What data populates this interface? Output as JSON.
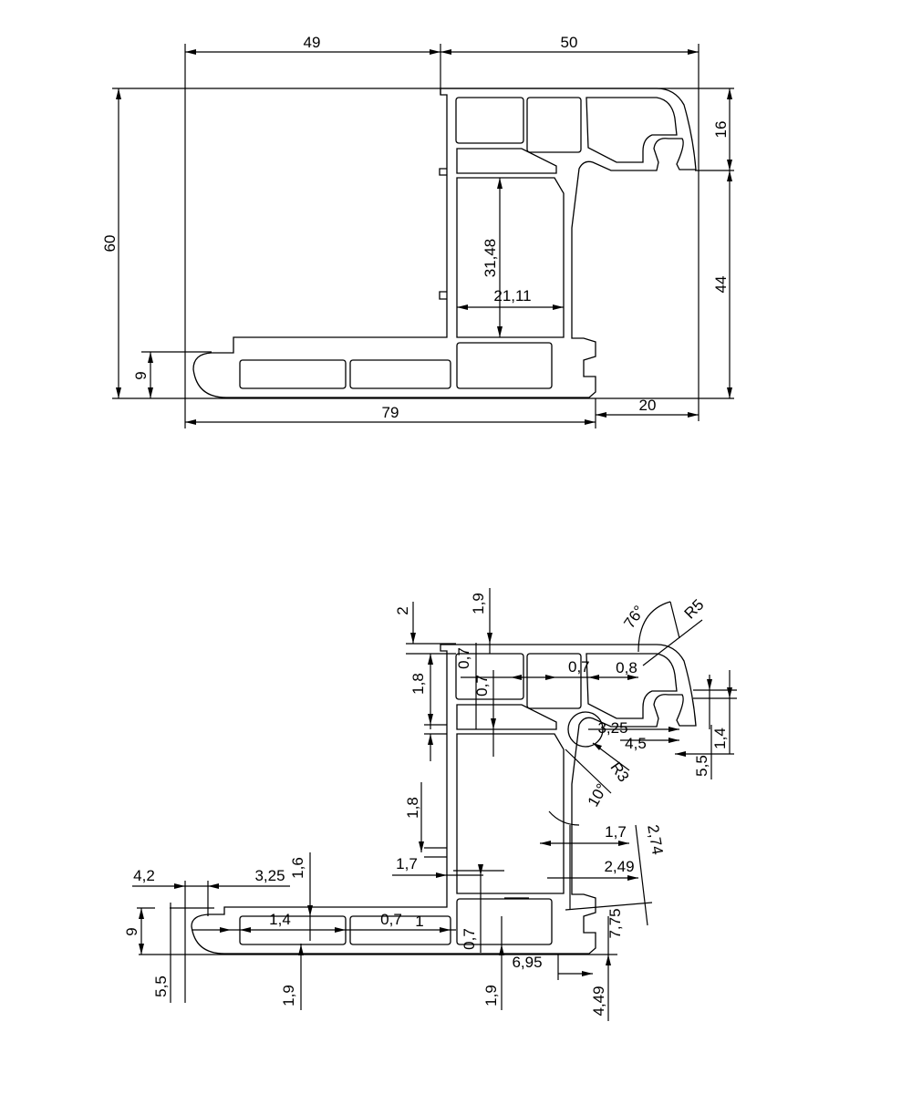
{
  "top_view": {
    "dims": {
      "width_left": "49",
      "width_right": "50",
      "height_total": "60",
      "height_top": "16",
      "height_bottom": "44",
      "lip_height": "9",
      "base_width": "79",
      "overhang": "20",
      "chamber_height": "31,48",
      "chamber_width": "21,11"
    }
  },
  "detail_view": {
    "dims": {
      "d_2": "2",
      "d_1_9_top": "1,9",
      "d_0_7_a": "0,7",
      "d_0_7_b": "0,7",
      "d_0_7_c": "0,7",
      "d_0_8": "0,8",
      "d_1_8_a": "1,8",
      "d_1_8_b": "1,8",
      "d_76deg": "76°",
      "d_r5": "R5",
      "d_3_25_a": "3,25",
      "d_4_5": "4,5",
      "d_1_4": "1,4",
      "d_5_5_a": "5,5",
      "d_r3": "R3",
      "d_10deg": "10°",
      "d_1_7_a": "1,7",
      "d_2_74": "2,74",
      "d_1_7_b": "1,7",
      "d_2_49": "2,49",
      "d_4_2": "4,2",
      "d_3_25_b": "3,25",
      "d_1_6": "1,6",
      "d_9": "9",
      "d_1_4_b": "1,4",
      "d_0_7_d": "0,7",
      "d_1": "1",
      "d_0_7_e": "0,7",
      "d_7_75": "7,75",
      "d_5_5_b": "5,5",
      "d_1_9_a": "1,9",
      "d_1_9_b": "1,9",
      "d_6_95": "6,95",
      "d_4_49": "4,49"
    }
  }
}
